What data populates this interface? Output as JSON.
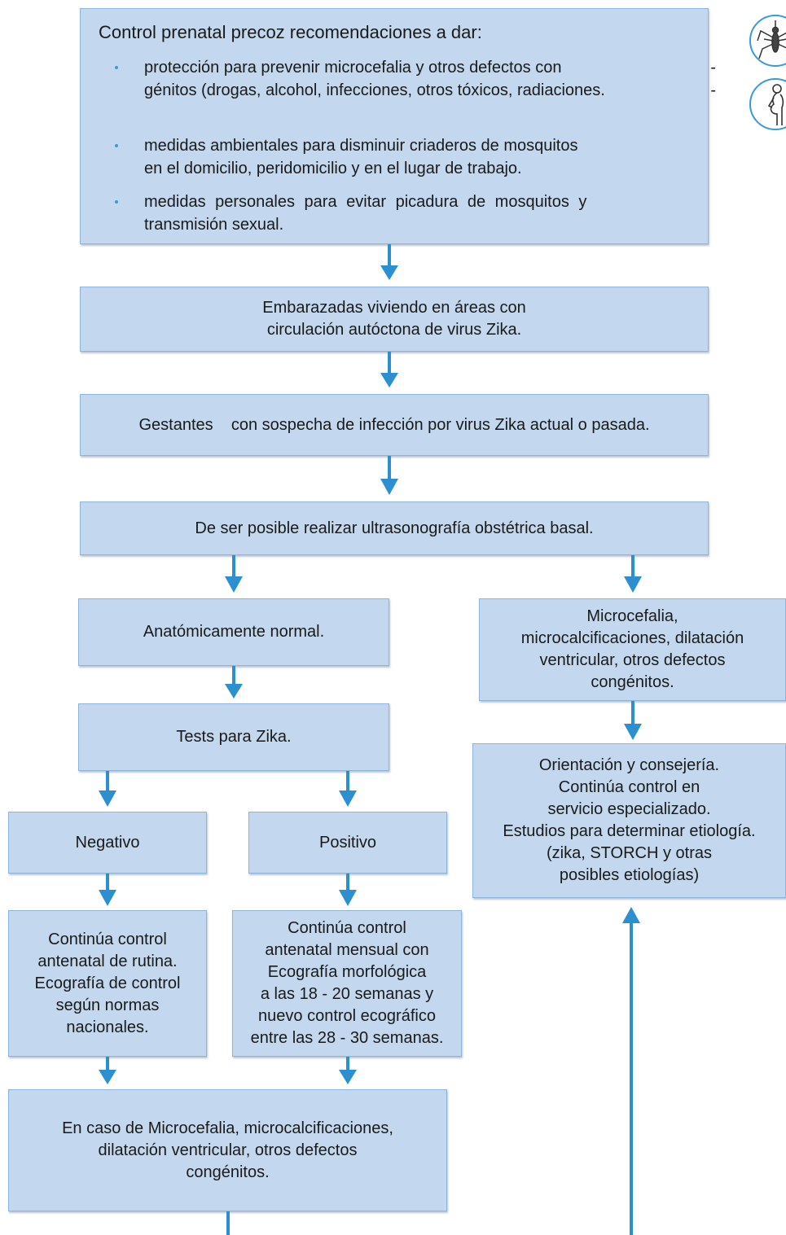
{
  "top": {
    "title": "Control prenatal precoz recomendaciones a dar:",
    "bullets": [
      {
        "line1": "protección para prevenir microcefalia y otros defectos con",
        "line2": "génitos (drogas, alcohol, infecciones, otros tóxicos, radiaciones.",
        "dash1": "-",
        "dash2": "-"
      },
      {
        "line1": "medidas ambientales para disminuir criaderos de mosquitos",
        "line2": "en el domicilio, peridomicilio y en el lugar de trabajo."
      },
      {
        "line1": "medidas personales para evitar picadura de mosquitos y",
        "line2": "transmisión sexual."
      }
    ]
  },
  "embarazadas": {
    "line1": "Embarazadas viviendo en áreas con",
    "line2": "circulación autóctona de virus Zika."
  },
  "gestantes": {
    "text": "Gestantes    con sospecha de infección por virus Zika actual o pasada."
  },
  "ultrasonografia": {
    "text": "De ser posible realizar ultrasonografía obstétrica basal."
  },
  "normal": {
    "text": "Anatómicamente normal."
  },
  "anomalias": {
    "line1": "Microcefalia,",
    "line2": "microcalcificaciones, dilatación",
    "line3": "ventricular, otros defectos",
    "line4": "congénitos."
  },
  "tests": {
    "text": "Tests para Zika."
  },
  "negativo": {
    "text": "Negativo"
  },
  "positivo": {
    "text": "Positivo"
  },
  "orientacion": {
    "line1": "Orientación y consejería.",
    "line2": "Continúa control en",
    "line3": "servicio especializado.",
    "line4": "Estudios para determinar etiología.",
    "line5": "(zika, STORCH y otras",
    "line6": "posibles etiologías)"
  },
  "rutina": {
    "line1": "Continúa control",
    "line2": "antenatal de rutina.",
    "line3": "Ecografía de control",
    "line4": "según normas",
    "line5": "nacionales."
  },
  "mensual": {
    "line1": "Continúa control",
    "line2": "antenatal mensual con",
    "line3": "Ecografía morfológica",
    "line4": "a las 18 - 20 semanas y",
    "line5": "nuevo control ecográfico",
    "line6": "entre las 28 - 30 semanas."
  },
  "en_caso": {
    "line1": "En caso de Microcefalia, microcalcificaciones,",
    "line2": "dilatación ventricular, otros defectos",
    "line3": "congénitos."
  },
  "icons": [
    "mosquito-icon",
    "pregnant-woman-icon"
  ],
  "colors": {
    "box_fill": "#c3d8ee",
    "box_border": "#8fb4d9",
    "arrow": "#2b8fd0"
  }
}
